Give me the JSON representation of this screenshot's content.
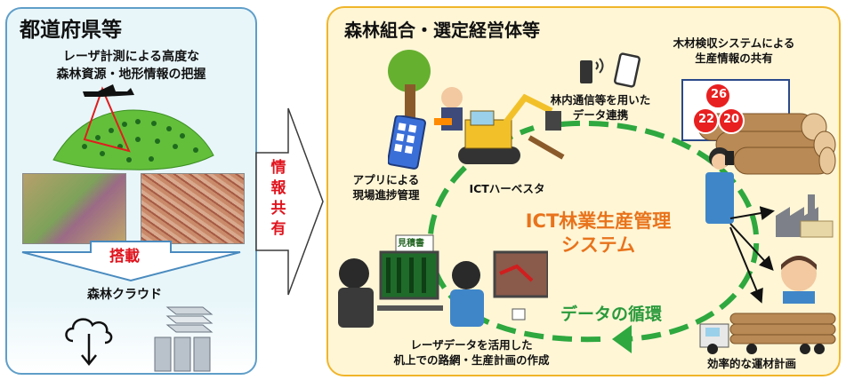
{
  "left": {
    "title": "都道府県等",
    "desc_line1": "レーザ計測による高度な",
    "desc_line2": "森林資源・地形情報の把握",
    "upload_label": "搭載",
    "cloud_label": "森林クラウド"
  },
  "center": {
    "share_chars": [
      "情",
      "報",
      "共",
      "有"
    ]
  },
  "right": {
    "title": "森林組合・選定経営体等",
    "timber_line1": "木材検収システムによる",
    "timber_line2": "生産情報の共有",
    "log_numbers": [
      "26",
      "22",
      "20"
    ],
    "comm_line1": "林内通信等を用いた",
    "comm_line2": "データ連携",
    "app_line1": "アプリによる",
    "app_line2": "現場進捗管理",
    "harvester_label": "ICTハーベスタ",
    "system_line1": "ICT林業生産管理",
    "system_line2": "システム",
    "estimate_label": "見積書",
    "cycle_label": "データの循環",
    "laser_line1": "レーザデータを活用した",
    "laser_line2": "机上での路網・生産計画の作成",
    "transport_label": "効率的な運材計画"
  },
  "colors": {
    "left_border": "#5f9ec9",
    "right_border": "#f0b52a",
    "cycle_green": "#2ea83f",
    "system_orange": "#e8731c",
    "accent_red": "#e0141e"
  }
}
